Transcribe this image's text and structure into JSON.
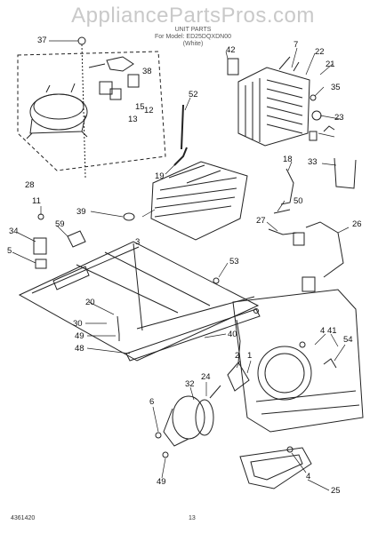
{
  "watermark": "AppliancePartsPros.com",
  "header": {
    "line1": "UNIT PARTS",
    "line2": "For Model: ED25DQXDN00",
    "line3": "(White)"
  },
  "footer": {
    "code": "4361420",
    "page": "13"
  },
  "callouts": [
    "37",
    "38",
    "42",
    "7",
    "22",
    "21",
    "35",
    "23",
    "13",
    "15",
    "12",
    "52",
    "19",
    "18",
    "33",
    "28",
    "11",
    "39",
    "50",
    "27",
    "34",
    "59",
    "26",
    "3",
    "5",
    "53",
    "20",
    "30",
    "49",
    "48",
    "40",
    "4",
    "41",
    "54",
    "2",
    "1",
    "32",
    "24",
    "6",
    "49",
    "4",
    "25"
  ],
  "colors": {
    "line": "#222222",
    "watermark": "#c9c9c9"
  }
}
